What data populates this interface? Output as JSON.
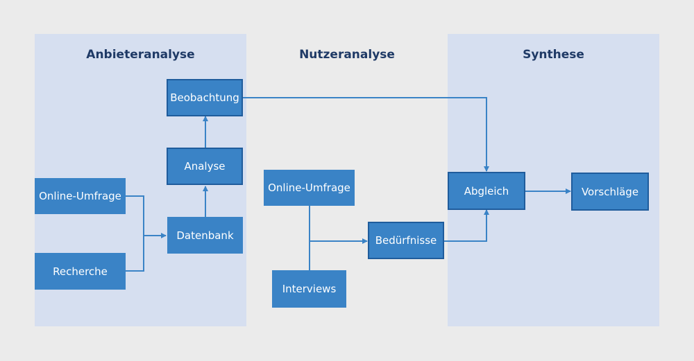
{
  "columns": {
    "provider": "Anbieteranalyse",
    "user": "Nutzeranalyse",
    "synthesis": "Synthese"
  },
  "nodes": {
    "beobachtung": "Beobachtung",
    "analyse": "Analyse",
    "datenbank": "Datenbank",
    "online_umfrage_left": "Online-Umfrage",
    "recherche": "Recherche",
    "online_umfrage_mid": "Online-Umfrage",
    "interviews": "Interviews",
    "beduerfnisse": "Bedürfnisse",
    "abgleich": "Abgleich",
    "vorschlaege": "Vorschläge"
  },
  "colors": {
    "background": "#ebebeb",
    "panel": "#d6dff0",
    "node_fill": "#3a83c6",
    "node_border": "#1f5c9c",
    "heading_text": "#1f3a66",
    "connector": "#3a83c6"
  }
}
